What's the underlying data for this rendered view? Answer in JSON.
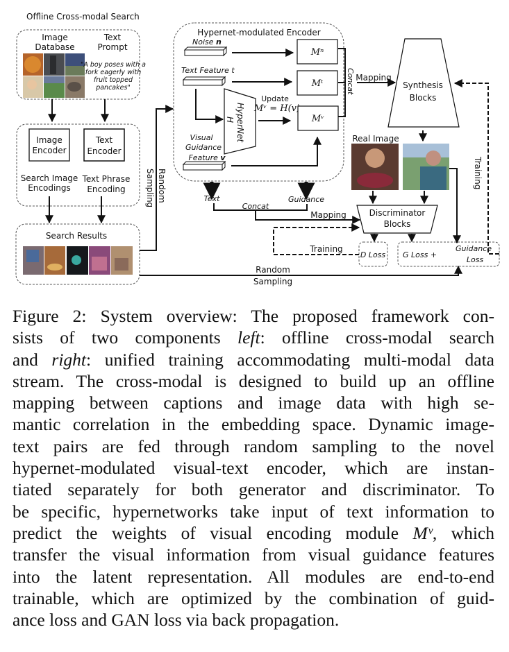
{
  "figure": {
    "left_panel": {
      "title": "Offline Cross-modal Search",
      "image_database_label_1": "Image",
      "image_database_label_2": "Database",
      "text_prompt_label_1": "Text",
      "text_prompt_label_2": "Prompt",
      "prompt_lines": [
        "\"A boy poses with a",
        "fork eagerly with",
        "fruit topped",
        "pancakes\""
      ],
      "image_encoder_1": "Image",
      "image_encoder_2": "Encoder",
      "text_encoder_1": "Text",
      "text_encoder_2": "Encoder",
      "search_image_enc_1": "Search Image",
      "search_image_enc_2": "Encodings",
      "text_phrase_enc_1": "Text Phrase",
      "text_phrase_enc_2": "Encoding",
      "search_results": "Search Results",
      "database_thumbnails": [
        "pizza",
        "clock-tower",
        "baseball-crowd",
        "child-portrait",
        "soccer-field",
        "elephant"
      ],
      "result_thumbnails": [
        "boy-eating-1",
        "child-cake",
        "boy-dark",
        "child-pink",
        "child-table"
      ]
    },
    "encoder": {
      "title": "Hypernet-modulated Encoder",
      "noise_label": "Noise",
      "noise_var": "n",
      "text_feature_label": "Text Feature",
      "text_feature_var": "t",
      "visual_label_1": "Visual",
      "visual_label_2": "Guidance",
      "visual_label_3": "Feature",
      "visual_var": "v",
      "hypernet_label": "HyperNet",
      "hypernet_var": "H",
      "update_label": "Update",
      "update_formula": "Mᵛ = H(v)",
      "module_n": "Mⁿ",
      "module_t": "Mᵗ",
      "module_v": "Mᵛ",
      "concat_label": "Concat",
      "text_out": "Text",
      "guidance_out": "Guidance",
      "concat_bottom": "Concat"
    },
    "generator": {
      "mapping_label": "Mapping",
      "synthesis_1": "Synthesis",
      "synthesis_2": "Blocks",
      "real_image_label": "Real Image",
      "training_label": "Training"
    },
    "discriminator": {
      "mapping_label": "Mapping",
      "block_1": "Discriminator",
      "block_2": "Blocks",
      "training_label": "Training",
      "d_loss": "D Loss",
      "g_loss": "G Loss +",
      "guidance_loss_1": "Guidance",
      "guidance_loss_2": "Loss"
    },
    "flows": {
      "random_sampling_vertical_1": "Random",
      "random_sampling_vertical_2": "Sampling",
      "random_sampling_bottom_1": "Random",
      "random_sampling_bottom_2": "Sampling"
    }
  },
  "caption": {
    "lines": [
      "Figure 2: System overview: The proposed framework con-",
      "sists of two components |left|: offline cross-modal search",
      "and |right|: unified training accommodating multi-modal data",
      "stream. The cross-modal is designed to build up an offline",
      "mapping between captions and image data with high se-",
      "mantic correlation in the embedding space. Dynamic image-",
      "text pairs are fed through random sampling to the novel",
      "hypernet-modulated visual-text encoder, which are instan-",
      "tiated separately for both generator and discriminator. To",
      "be specific, hypernetworks take input of text information to",
      "predict the weights of visual encoding module |Mᵛ|, which",
      "transfer the visual information from visual guidance features",
      "into the latent representation. All modules are end-to-end",
      "trainable, which are optimized by the combination of guid-",
      "ance loss and GAN loss via back propagation."
    ]
  }
}
